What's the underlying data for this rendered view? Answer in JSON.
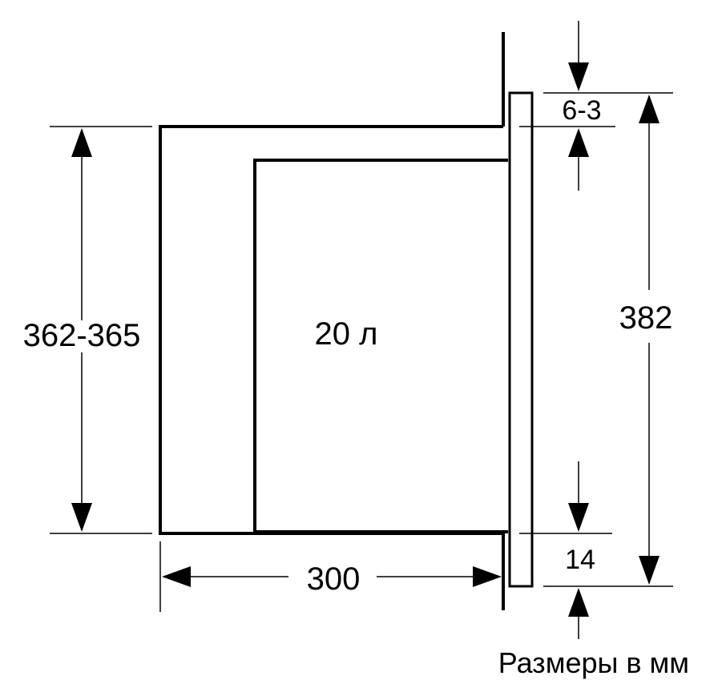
{
  "diagram": {
    "labels": {
      "cabinet_height": "362-365",
      "volume": "20 л",
      "depth": "300",
      "frame_height": "382",
      "top_gap": "6-3",
      "bottom_offset": "14",
      "units_caption": "Размеры в мм"
    }
  }
}
